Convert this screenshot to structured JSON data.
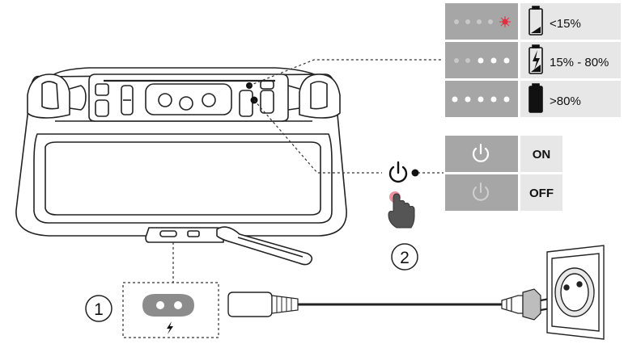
{
  "battery_status": {
    "rows": [
      {
        "label": "<15%",
        "indicator": "one red light",
        "battery_icon": "battery-low-icon",
        "indicator_color": "#e03040"
      },
      {
        "label": "15% - 80%",
        "indicator": "white lights",
        "battery_icon": "battery-charging-icon",
        "indicator_color": "#ffffff"
      },
      {
        "label": ">80%",
        "indicator": "white lights",
        "battery_icon": "battery-full-icon",
        "indicator_color": "#ffffff"
      }
    ]
  },
  "power_states": {
    "on_label": "ON",
    "off_label": "OFF",
    "on_icon_color": "#ffffff",
    "off_icon_color": "#d0d0d0"
  },
  "steps": {
    "step1_number": "1",
    "step2_number": "2"
  },
  "icons": {
    "power": "power-icon",
    "press_hand": "pointing-hand-icon",
    "ac_socket": "ac-inlet-icon",
    "lightning": "lightning-icon",
    "plug": "power-plug-icon",
    "outlet": "wall-outlet-icon"
  },
  "colors": {
    "panel_gray": "#a6a6a6",
    "label_bg": "#e7e7e7",
    "press_dot": "#e87f8e",
    "line": "#222222"
  }
}
